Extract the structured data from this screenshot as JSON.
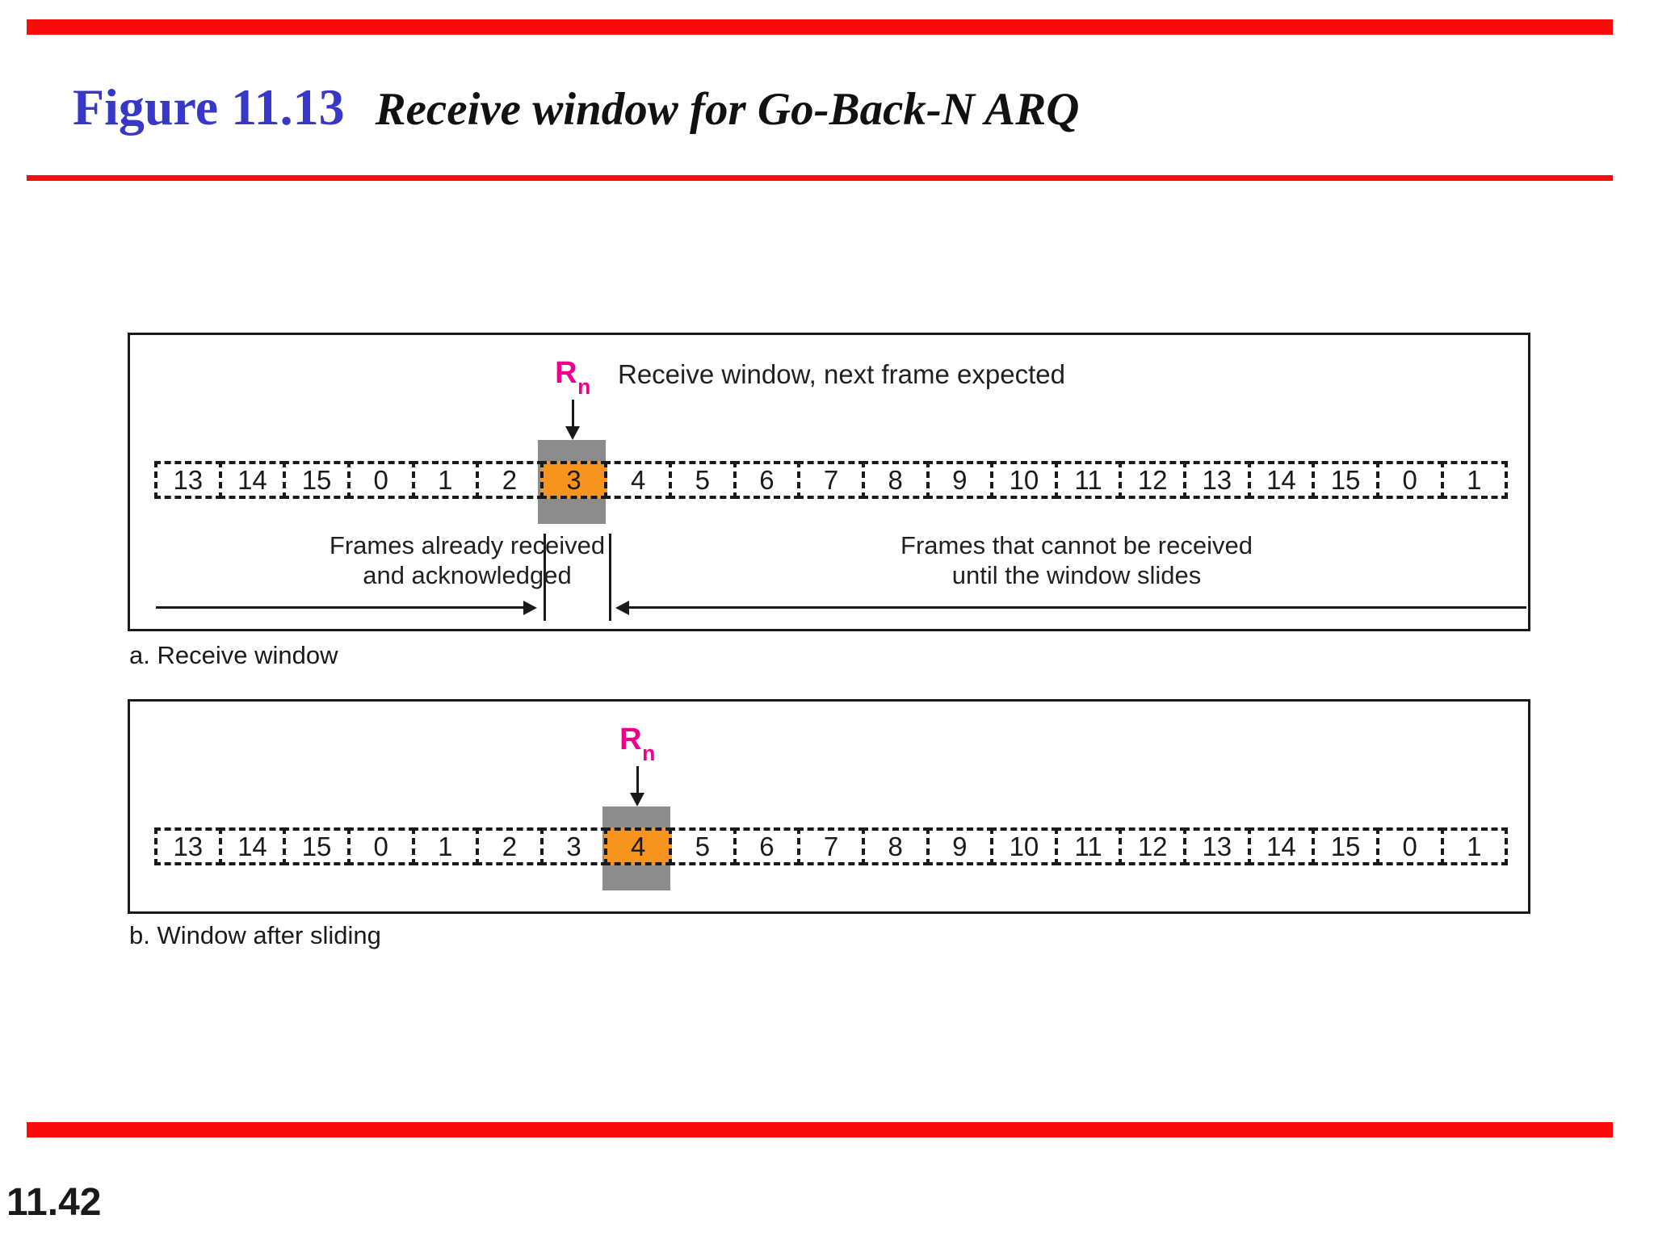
{
  "header": {
    "title_prefix": "Figure 11.13",
    "title": "Receive window for Go-Back-N ARQ"
  },
  "footer": {
    "page_number": "11.42"
  },
  "colors": {
    "accent_red": "#FA0B0B",
    "title_blue": "#3838C8",
    "window_orange": "#F7941D",
    "window_gray": "#8C8C8C",
    "rn_magenta": "#EC008C",
    "text_dark": "#231F20"
  },
  "panel_a": {
    "caption": "a. Receive window",
    "rn": {
      "base": "R",
      "sub": "n"
    },
    "rn_note": "Receive window, next frame expected",
    "frames": [
      "13",
      "14",
      "15",
      "0",
      "1",
      "2",
      "3",
      "4",
      "5",
      "6",
      "7",
      "8",
      "9",
      "10",
      "11",
      "12",
      "13",
      "14",
      "15",
      "0",
      "1"
    ],
    "window_index": 6,
    "window_value": "3",
    "left_label_line1": "Frames already received",
    "left_label_line2": "and acknowledged",
    "right_label_line1": "Frames that cannot be received",
    "right_label_line2": "until the window slides"
  },
  "panel_b": {
    "caption": "b. Window after sliding",
    "rn": {
      "base": "R",
      "sub": "n"
    },
    "frames": [
      "13",
      "14",
      "15",
      "0",
      "1",
      "2",
      "3",
      "4",
      "5",
      "6",
      "7",
      "8",
      "9",
      "10",
      "11",
      "12",
      "13",
      "14",
      "15",
      "0",
      "1"
    ],
    "window_index": 7,
    "window_value": "4"
  }
}
